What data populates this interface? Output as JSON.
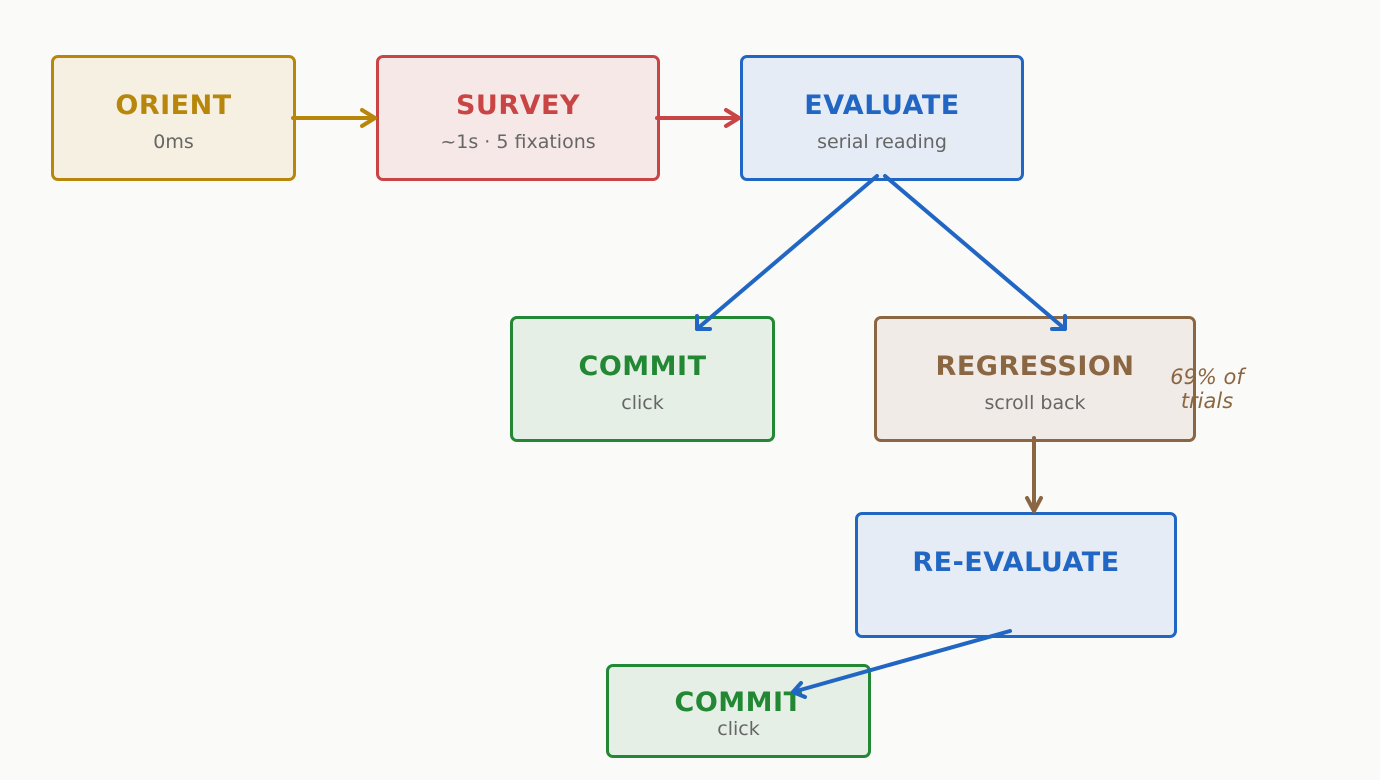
{
  "nodes": {
    "orient": {
      "title": "ORIENT",
      "subtitle": "0ms",
      "color": "#b8860b",
      "fill": "#f5f0e1"
    },
    "survey": {
      "title": "SURVEY",
      "subtitle": "~1s · 5 fixations",
      "color": "#c94444",
      "fill": "#f7e8e8"
    },
    "evaluate": {
      "title": "EVALUATE",
      "subtitle": "serial reading",
      "color": "#2266c4",
      "fill": "#e5ecf5"
    },
    "commit": {
      "title": "COMMIT",
      "subtitle": "click",
      "color": "#228833",
      "fill": "#e5efe6"
    },
    "regression": {
      "title": "REGRESSION",
      "subtitle": "scroll back",
      "color": "#8b6642",
      "fill": "#f0ebe6"
    },
    "reevaluate": {
      "title": "RE-EVALUATE",
      "subtitle": "",
      "color": "#2266c4",
      "fill": "#e5ecf5"
    },
    "commit2": {
      "title": "COMMIT",
      "subtitle": "click",
      "color": "#228833",
      "fill": "#e5efe6"
    }
  },
  "annotations": {
    "regression_rate": "69% of trials"
  },
  "edges": [
    {
      "from": "orient",
      "to": "survey",
      "color": "#b8860b"
    },
    {
      "from": "survey",
      "to": "evaluate",
      "color": "#c94444"
    },
    {
      "from": "evaluate",
      "to": "commit",
      "color": "#2266c4"
    },
    {
      "from": "evaluate",
      "to": "regression",
      "color": "#2266c4"
    },
    {
      "from": "regression",
      "to": "reevaluate",
      "color": "#8b6642"
    },
    {
      "from": "reevaluate",
      "to": "commit2",
      "color": "#2266c4"
    }
  ]
}
